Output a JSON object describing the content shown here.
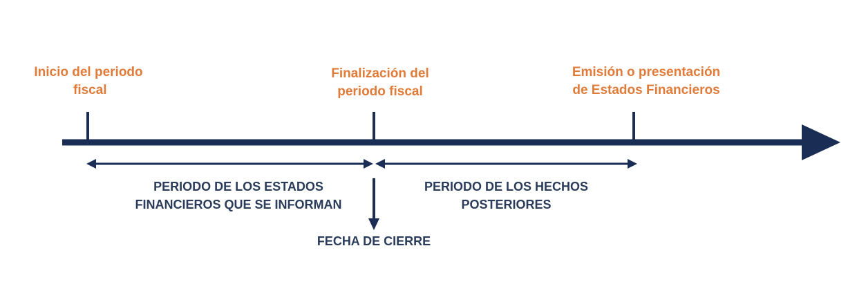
{
  "colors": {
    "axis": "#1a2d55",
    "milestone_text": "#e07b39",
    "period_text": "#2a3c5a"
  },
  "milestones": [
    {
      "line1": "Inicio del periodo",
      "line2": "fiscal"
    },
    {
      "line1": "Finalización del",
      "line2": "periodo fiscal"
    },
    {
      "line1": "Emisión o presentación",
      "line2": "de Estados Financieros"
    }
  ],
  "periods": [
    {
      "line1": "PERIODO DE LOS ESTADOS",
      "line2": "FINANCIEROS QUE SE INFORMAN"
    },
    {
      "line1": "PERIODO DE LOS HECHOS",
      "line2": "POSTERIORES"
    }
  ],
  "closing_date_label": "FECHA DE CIERRE"
}
